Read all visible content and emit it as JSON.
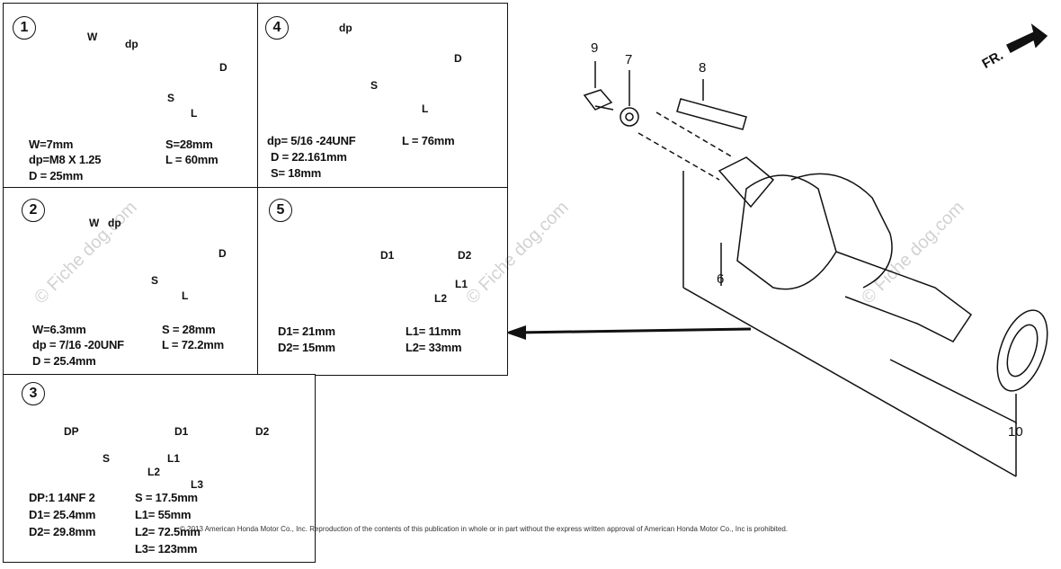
{
  "diagram": {
    "panels": [
      {
        "id": "1",
        "number": "1",
        "labels": {
          "w": "W",
          "dp": "dp",
          "d": "D",
          "s": "S",
          "l": "L"
        },
        "specs": [
          "W=7mm",
          "dp=M8 X 1.25",
          "D = 25mm",
          "S=28mm",
          "L = 60mm"
        ]
      },
      {
        "id": "2",
        "number": "2",
        "labels": {
          "w": "W",
          "dp": "dp",
          "d": "D",
          "s": "S",
          "l": "L"
        },
        "specs": [
          "W=6.3mm",
          "dp = 7/16 -20UNF",
          "D = 25.4mm",
          "S = 28mm",
          "L = 72.2mm"
        ]
      },
      {
        "id": "3",
        "number": "3",
        "labels": {
          "dp": "DP",
          "d1": "D1",
          "d2": "D2",
          "s": "S",
          "l1": "L1",
          "l2": "L2",
          "l3": "L3"
        },
        "specs": [
          "DP:1 14NF 2",
          "D1= 25.4mm",
          "D2= 29.8mm",
          "S = 17.5mm",
          "L1= 55mm",
          "L2= 72.5mm",
          "L3= 123mm"
        ]
      },
      {
        "id": "4",
        "number": "4",
        "labels": {
          "dp": "dp",
          "d": "D",
          "s": "S",
          "l": "L"
        },
        "specs": [
          "dp= 5/16 -24UNF",
          "D = 22.161mm",
          "S= 18mm",
          "L = 76mm"
        ]
      },
      {
        "id": "5",
        "number": "5",
        "labels": {
          "d1": "D1",
          "d2": "D2",
          "l1": "L1",
          "l2": "L2"
        },
        "specs": [
          "D1= 21mm",
          "D2= 15mm",
          "L1= 11mm",
          "L2= 33mm"
        ]
      }
    ],
    "parts": {
      "bolt": "9",
      "washer": "7",
      "key": "8",
      "crankshaft": "6",
      "bearing": "10"
    },
    "direction_label": "FR.",
    "copyright": "© 2013 American Honda Motor Co., Inc. Reproduction of the contents of this publication in whole or in part without the express written approval of American Honda Motor Co., Inc is prohibited.",
    "watermark": "© Fiche dog.com"
  }
}
